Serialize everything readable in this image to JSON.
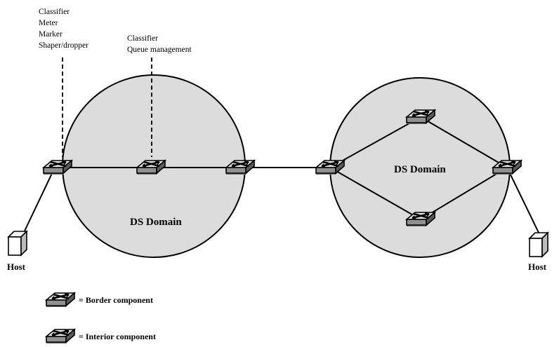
{
  "annotations": {
    "left_group": [
      "Classifier",
      "Meter",
      "Marker",
      "Shaper/dropper"
    ],
    "right_group": [
      "Classifier",
      "Queue management"
    ]
  },
  "domains": {
    "left_label": "DS Domain",
    "right_label": "DS Domain"
  },
  "hosts": {
    "left_label": "Host",
    "right_label": "Host"
  },
  "legend": {
    "border": "= Border component",
    "interior": "= Interior component"
  },
  "colors": {
    "domain_fill": "#dcdcdc",
    "line": "#000000",
    "router_fill": "#e4e4e4"
  }
}
